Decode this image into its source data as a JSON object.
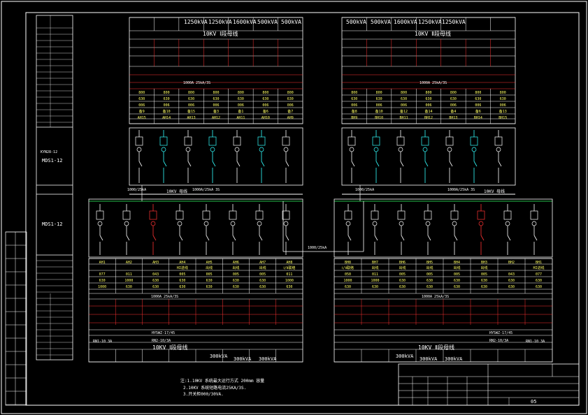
{
  "top_left": {
    "ratings": [
      "1250kVA",
      "1250kVA",
      "1600kVA",
      "500kVA",
      "500kVA"
    ],
    "bus_title": "10KV Ⅰ段母线",
    "current_rating": "1000A 25kA/3S",
    "values_r1": [
      "800",
      "800",
      "800",
      "800",
      "800",
      "800",
      "800"
    ],
    "values_r2": [
      "630",
      "630",
      "630",
      "630",
      "630",
      "630",
      "630"
    ],
    "values_r3": [
      "006",
      "006",
      "006",
      "006",
      "006",
      "006",
      "006"
    ],
    "values_r4": [
      "备9",
      "备10",
      "备15",
      "备3",
      "备1",
      "备6",
      "备7"
    ],
    "cabinet_ids": [
      "AH15",
      "AH14",
      "AH13",
      "AH12",
      "AH11",
      "AH10",
      "AH9"
    ]
  },
  "top_right": {
    "ratings": [
      "500kVA",
      "500kVA",
      "1600kVA",
      "1250kVA",
      "1250kVA"
    ],
    "bus_title": "10KV Ⅱ段母线",
    "current_rating": "1000A 25kA/3S",
    "values_r1": [
      "800",
      "800",
      "800",
      "800",
      "800",
      "800",
      "800"
    ],
    "values_r2": [
      "630",
      "630",
      "630",
      "630",
      "630",
      "630",
      "630"
    ],
    "values_r3": [
      "006",
      "006",
      "006",
      "006",
      "006",
      "006",
      "006"
    ],
    "values_r4": [
      "备8",
      "备10",
      "备12",
      "备14",
      "备4",
      "备6",
      "备13"
    ],
    "cabinet_ids": [
      "BH9",
      "BH10",
      "BH11",
      "BH12",
      "BH13",
      "BH14",
      "BH15"
    ]
  },
  "left_labels": {
    "cabinet_type_1": "KYN28-12",
    "cabinet_type_1b": "MDS1-12",
    "cabinet_type_2": "MDS1-12"
  },
  "bus_labels": {
    "left_incoming": "1000/25kA",
    "left_bus": "10KV 母线",
    "left_rating": "1000A/25kA 3S",
    "right_incoming": "1000/25kA",
    "right_rating": "1000A/25kA 3S",
    "right_bus": "10KV 母线",
    "tie": "1000/25kA"
  },
  "bottom_left": {
    "cabinet_ids": [
      "AH1",
      "AH2",
      "AH3",
      "AH4",
      "AH5",
      "AH6",
      "AH7",
      "AH8"
    ],
    "names": [
      "",
      "",
      "",
      "HI进线",
      "出线",
      "出线",
      "出线",
      "Ⅰ/Ⅱ联络"
    ],
    "row1": [
      "077",
      "011",
      "043",
      "005",
      "005",
      "005",
      "005",
      "011"
    ],
    "row2": [
      "630",
      "1000",
      "630",
      "630",
      "630",
      "630",
      "630",
      "1000"
    ],
    "row3": [
      "1000",
      "630",
      "630",
      "630",
      "630",
      "630",
      "630",
      "630"
    ],
    "current_rating": "1000A 25kA/3S",
    "bus_title": "10KV Ⅰ段母线",
    "ratings": [
      "300kVA",
      "300kVA",
      "300kVA"
    ],
    "model_a": "RN1-10 3A",
    "model_b": "HY5WZ-17/45",
    "model_c": "RN2-10/3A"
  },
  "bottom_right": {
    "cabinet_ids": [
      "BH8",
      "BH7",
      "BH6",
      "BH5",
      "BH4",
      "BH3",
      "BH2",
      "BH1"
    ],
    "names": [
      "Ⅰ/Ⅱ联络",
      "出线",
      "出线",
      "出线",
      "出线",
      "出线",
      "",
      "HI进线"
    ],
    "row1": [
      "050",
      "011",
      "005",
      "005",
      "005",
      "005",
      "043",
      "077"
    ],
    "row2": [
      "1000",
      "1000",
      "630",
      "630",
      "630",
      "630",
      "630",
      "630"
    ],
    "row3": [
      "630",
      "630",
      "630",
      "630",
      "630",
      "630",
      "630",
      "630"
    ],
    "current_rating": "1000A 25kA/3S",
    "bus_title": "10KV Ⅱ段母线",
    "ratings": [
      "300kVA",
      "300kVA",
      "300kVA"
    ],
    "model_a": "RN1-10 3A",
    "model_b": "HY5WZ-17/45",
    "model_c": "RN2-10/3A"
  },
  "notes": {
    "line1": "注:1.10KV 系统最大运行方式 200mm 容量",
    "line2": "2.10KV 系统短路电流25KA/3S.",
    "line3": "3.开关柜000/30VA."
  },
  "title_block": {
    "page_no": "05"
  },
  "colors": {
    "line_white": "#ffffff",
    "line_red": "#ff3333",
    "text_yellow": "#ffff66",
    "line_green": "#33ff66",
    "line_cyan": "#33ffff"
  }
}
